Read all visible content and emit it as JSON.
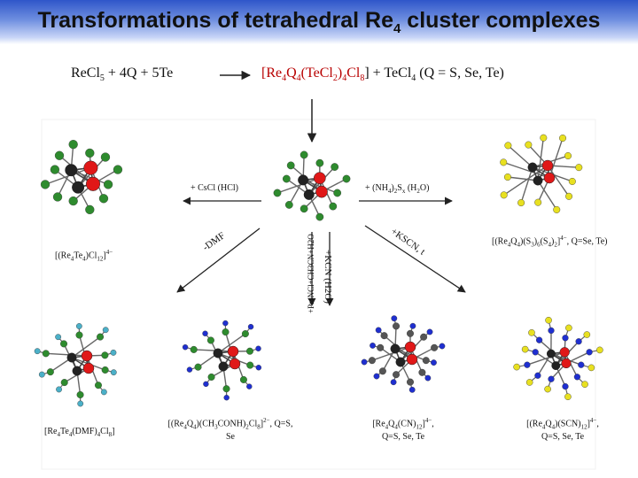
{
  "header": {
    "title_main": "Transformations of tetrahedral Re",
    "title_sub": "4",
    "title_end": " cluster complexes"
  },
  "equation": {
    "reactants": "ReCl",
    "reactants_sub": "5",
    "reactants_rest": " + 4Q + 5Te",
    "product_a": "[Re",
    "product_a_sub1": "4",
    "product_b": "Q",
    "product_b_sub": "4",
    "product_c": "(TeCl",
    "product_c_sub": "2",
    "product_d": ")",
    "product_d_sub": "4",
    "product_e": "Cl",
    "product_e_sub": "8",
    "product_f": "] + TeCl",
    "product_f_sub": "4",
    "product_g": "  (Q = S, Se, Te)"
  },
  "reagents": {
    "cscl": "+ CsCl (HCl)",
    "nh4s": "+ (NH",
    "nh4s_sub": "4",
    "nh4s_mid": ")",
    "nh4s_sub2": "2",
    "nh4s_s": "S",
    "nh4s_x": "x",
    "nh4s_end": " (H",
    "nh4s_h2": "2",
    "nh4s_o": "O)",
    "dmf": "-DMF",
    "pr4ncl": "+Pr4NCl+CH3CN+H2O",
    "kcn": "+KCN (H2O)",
    "kscn": "+KSCN, t"
  },
  "captions": {
    "re4te4": "[(Re",
    "re4te4_sub": "4",
    "re4te4_b": "Te",
    "re4te4_sub2": "4",
    "re4te4_c": ")Cl",
    "re4te4_sub3": "12",
    "re4te4_d": "]",
    "re4te4_sup": "4−",
    "dmf_complex": "[Re",
    "dmf_complex_sub": "4",
    "dmf_complex_b": "Te",
    "dmf_complex_sub2": "4",
    "dmf_complex_c": "(DMF)",
    "dmf_complex_sub3": "4",
    "dmf_complex_d": "Cl",
    "dmf_complex_sub4": "8",
    "dmf_complex_e": "]",
    "conh": "[(Re",
    "conh_sub": "4",
    "conh_b": "Q",
    "conh_sub2": "4",
    "conh_c": ")(CH",
    "conh_sub3": "3",
    "conh_d": "CONH)",
    "conh_sub4": "2",
    "conh_e": "Cl",
    "conh_sub5": "8",
    "conh_f": "]",
    "conh_sup": "2−",
    "conh_g": ", Q=S,",
    "conh_line2": "Se",
    "cn": "[Re",
    "cn_sub": "4",
    "cn_b": "Q",
    "cn_sub2": "4",
    "cn_c": "(CN)",
    "cn_sub3": "12",
    "cn_d": "]",
    "cn_sup": "4−",
    "cn_e": ",",
    "cn_line2": "Q=S, Se, Te",
    "scn": "[(Re",
    "scn_sub": "4",
    "scn_b": "Q",
    "scn_sub2": "4",
    "scn_c": ")(SCN)",
    "scn_sub3": "12",
    "scn_d": "]",
    "scn_sup": "4−",
    "scn_e": ",",
    "scn_line2": "Q=S, Se, Te",
    "sq": "[(Re",
    "sq_sub": "4",
    "sq_b": "Q",
    "sq_sub2": "4",
    "sq_c": ")(S",
    "sq_sub3": "3",
    "sq_d": ")",
    "sq_sub4": "6",
    "sq_e": "(S",
    "sq_sub5": "4",
    "sq_f": ")",
    "sq_sub6": "2",
    "sq_g": "]",
    "sq_sup": "4−",
    "sq_h": ", Q=Se, Te)"
  },
  "colors": {
    "header_top": "#2f56c9",
    "re_atom": "#e01818",
    "q_atom": "#222222",
    "cl_atom": "#2e8b2e",
    "n_atom": "#1f2fd0",
    "s_atom": "#e8e020",
    "bond": "#666666"
  }
}
